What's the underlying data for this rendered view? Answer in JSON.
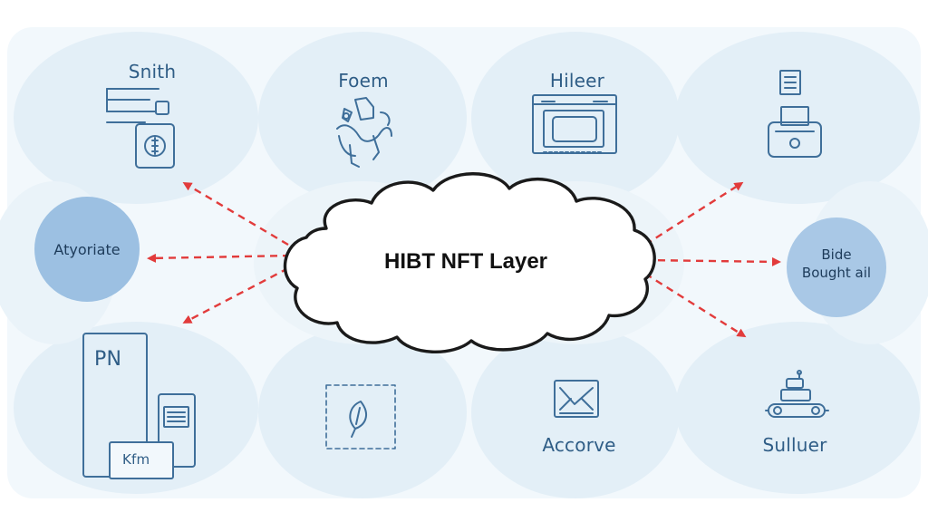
{
  "center": {
    "title": "HIBT NFT Layer"
  },
  "nodes": {
    "smith": {
      "label": "Snith",
      "icon": "document-wallet-icon"
    },
    "foem": {
      "label": "Foem",
      "icon": "hand-sketch-icon"
    },
    "hileer": {
      "label": "Hileer",
      "icon": "monitor-frame-icon"
    },
    "printer": {
      "icon": "printer-icon"
    },
    "atyoriate": {
      "label": "Atyoriate"
    },
    "bide": {
      "line1": "Bide",
      "line2": "Bought ail"
    },
    "pn": {
      "label": "PN",
      "sublabel": "Kfm",
      "icon": "document-stack-icon"
    },
    "leaf": {
      "icon": "leaf-frame-icon"
    },
    "accorve": {
      "label": "Accorve",
      "icon": "mail-frame-icon"
    },
    "sulluer": {
      "label": "Sulluer",
      "icon": "conveyor-robot-icon"
    }
  },
  "colors": {
    "background_bubble": "#e6f1f8",
    "line_icon": "#3f6f9a",
    "arrow": "#e23b3b",
    "badge": "#9cc0e2"
  }
}
